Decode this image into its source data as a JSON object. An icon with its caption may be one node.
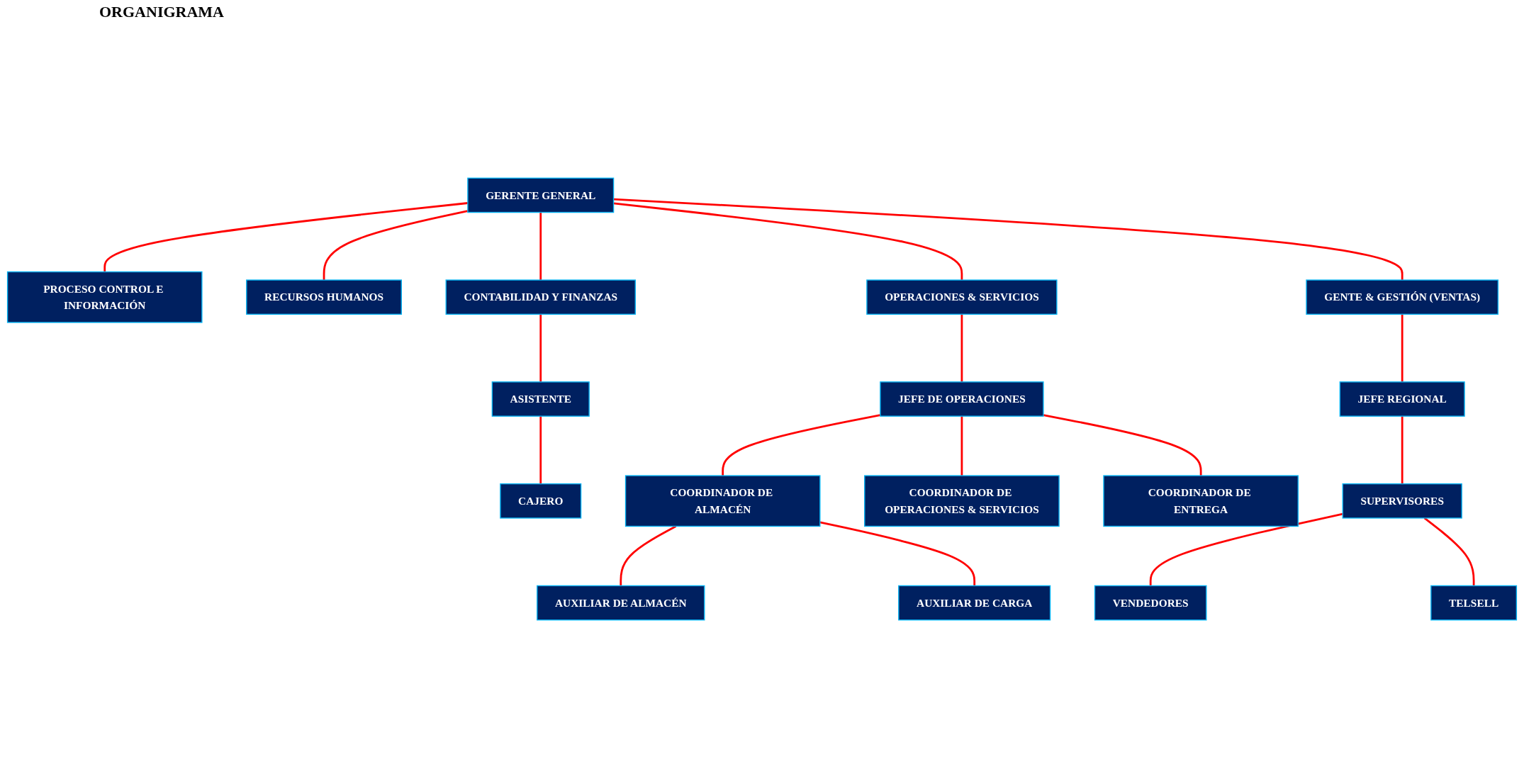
{
  "diagram": {
    "title": "ORGANIGRAMA",
    "nodes": [
      {
        "text": [
          "GERENTE GENERAL"
        ]
      },
      {
        "text": [
          "PROCESO CONTROL E INFORMACIÓN"
        ]
      },
      {
        "text": [
          "RECURSOS HUMANOS"
        ]
      },
      {
        "text": [
          "CONTABILIDAD Y FINANZAS"
        ]
      },
      {
        "text": [
          "OPERACIONES & SERVICIOS"
        ]
      },
      {
        "text": [
          "GENTE & GESTIÓN (VENTAS)"
        ]
      },
      {
        "text": [
          "CAJERO"
        ]
      },
      {
        "text": [
          "ASISTENTE"
        ]
      },
      {
        "text": [
          "JEFE DE OPERACIONES"
        ]
      },
      {
        "text": [
          "JEFE REGIONAL"
        ]
      },
      {
        "text": [
          "COORDINADOR DE ALMACÉN"
        ]
      },
      {
        "text": [
          "COORDINADOR DE OPERACIONES & SERVICIOS"
        ]
      },
      {
        "text": [
          "COORDINADOR DE ENTREGA"
        ]
      },
      {
        "text": [
          "SUPERVISORES"
        ]
      },
      {
        "text": [
          "AUXILIAR DE ALMACÉN"
        ]
      },
      {
        "text": [
          "AUXILIAR DE CARGA"
        ]
      },
      {
        "text": [
          "VENDEDORES"
        ]
      },
      {
        "text": [
          "TELSELL"
        ]
      }
    ],
    "edges": [
      {
        "from": 0,
        "to": 1,
        "arrow": "none"
      },
      {
        "from": 0,
        "to": 2,
        "arrow": "none"
      },
      {
        "from": 0,
        "to": 3,
        "arrow": "none"
      },
      {
        "from": 0,
        "to": 4,
        "arrow": "none"
      },
      {
        "from": 0,
        "to": 5,
        "arrow": "none"
      },
      {
        "from": 3,
        "to": 7,
        "arrow": "none"
      },
      {
        "from": 7,
        "to": 6,
        "arrow": "none"
      },
      {
        "from": 4,
        "to": 8,
        "arrow": "none"
      },
      {
        "from": 5,
        "to": 9,
        "arrow": "none"
      },
      {
        "from": 8,
        "to": 10,
        "arrow": "none"
      },
      {
        "from": 8,
        "to": 11,
        "arrow": "none"
      },
      {
        "from": 8,
        "to": 12,
        "arrow": "none"
      },
      {
        "from": 9,
        "to": 13,
        "arrow": "none"
      },
      {
        "from": 10,
        "to": 14,
        "arrow": "none"
      },
      {
        "from": 10,
        "to": 15,
        "arrow": "none"
      },
      {
        "from": 13,
        "to": 16,
        "arrow": "none"
      },
      {
        "from": 13,
        "to": 17,
        "arrow": "none"
      }
    ]
  }
}
